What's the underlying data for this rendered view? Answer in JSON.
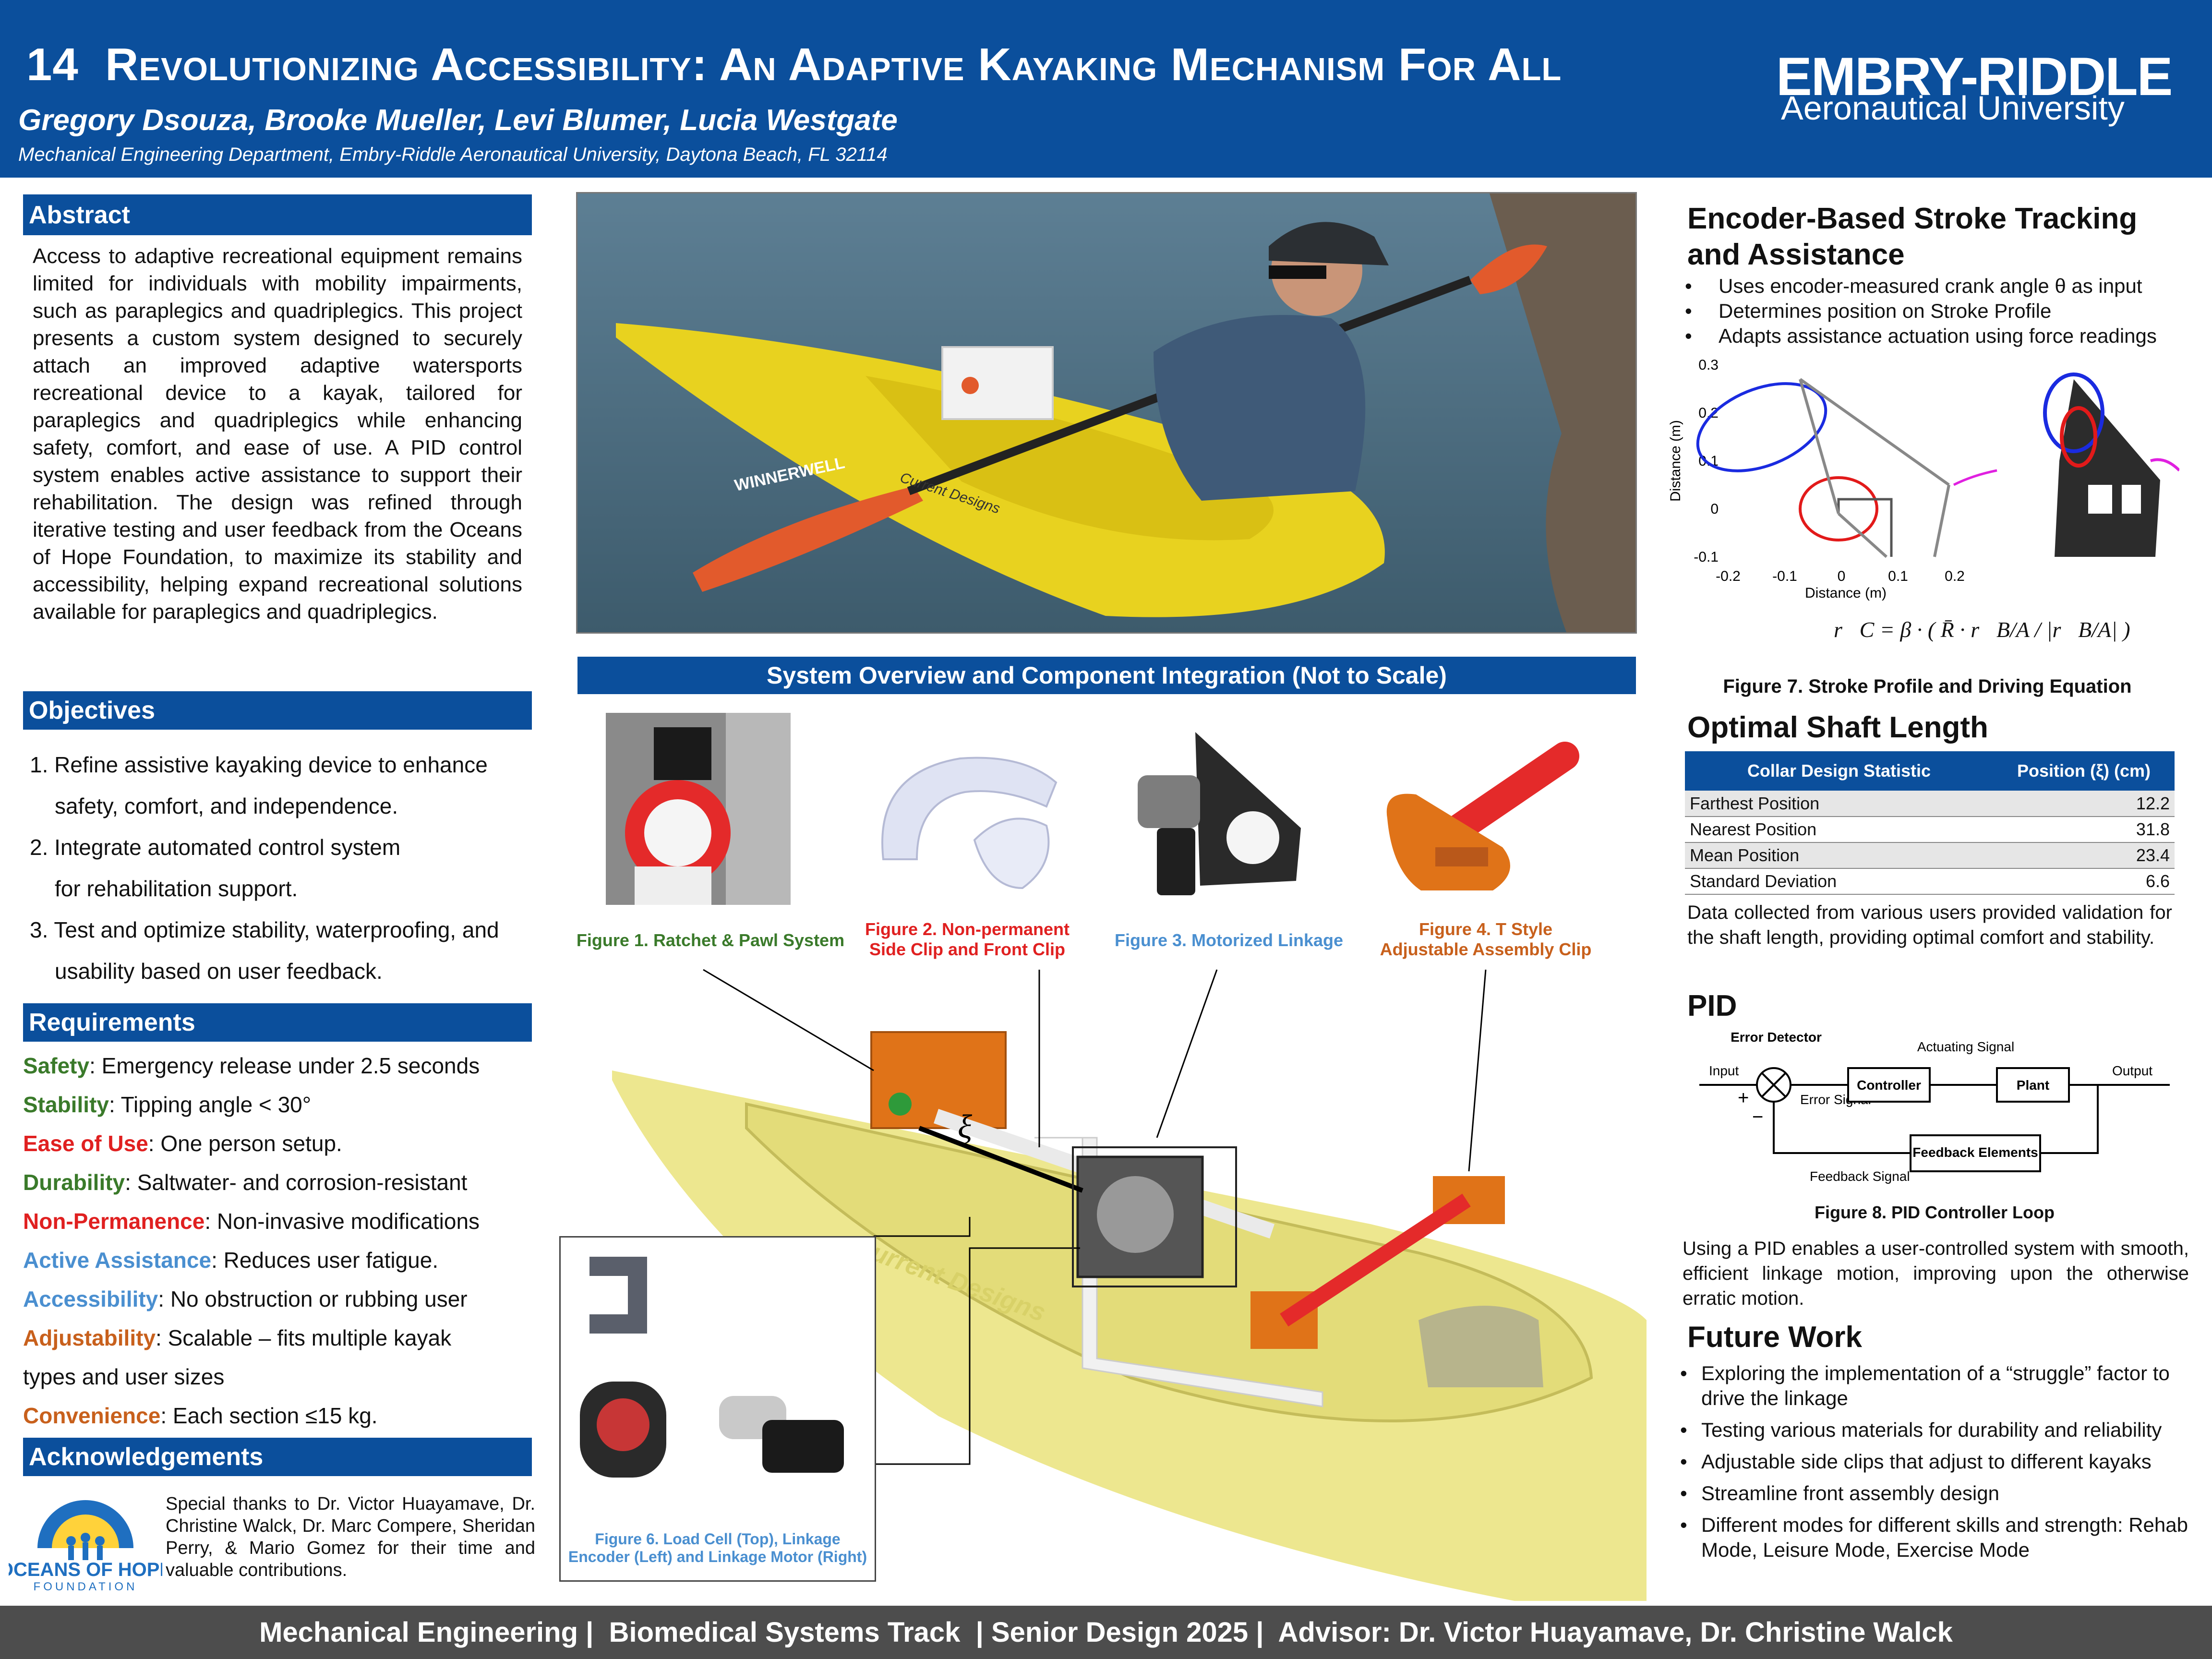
{
  "header": {
    "number": "14",
    "title": "Revolutionizing Accessibility: An Adaptive Kayaking Mechanism For All",
    "authors": "Gregory Dsouza, Brooke Mueller, Levi Blumer, Lucia Westgate",
    "affiliation": "Mechanical Engineering Department, Embry-Riddle Aeronautical University, Daytona Beach, FL 32114",
    "logo_line1": "EMBRY-RIDDLE",
    "logo_line2": "Aeronautical University"
  },
  "abstract": {
    "heading": "Abstract",
    "text": "Access to adaptive recreational equipment remains limited for individuals with mobility impairments, such as paraplegics and quadriplegics. This project presents a custom system designed to securely attach an improved adaptive watersports recreational device to a kayak, tailored for paraplegics and quadriplegics while enhancing safety, comfort, and ease of use. A PID control system enables active assistance to support their rehabilitation. The design was refined through iterative testing and user feedback from the Oceans of Hope Foundation, to maximize its stability and accessibility, helping expand recreational solutions available for paraplegics and quadriplegics."
  },
  "objectives": {
    "heading": "Objectives",
    "items": [
      {
        "line1": "1. Refine assistive kayaking device to enhance",
        "line2": "safety, comfort, and independence."
      },
      {
        "line1": "2. Integrate automated control system",
        "line2": "for rehabilitation support."
      },
      {
        "line1": "3. Test and optimize stability, waterproofing, and",
        "line2": "usability based on user feedback."
      }
    ]
  },
  "requirements": {
    "heading": "Requirements",
    "items": [
      {
        "label": "Safety",
        "text": ": Emergency release under 2.5 seconds",
        "color": "#3a7a2a"
      },
      {
        "label": "Stability",
        "text": ": Tipping angle < 30°",
        "color": "#3a7a2a"
      },
      {
        "label": "Ease of Use",
        "text": ": One person setup.",
        "color": "#e02020"
      },
      {
        "label": "Durability",
        "text": ": Saltwater- and corrosion-resistant",
        "color": "#3a7a2a"
      },
      {
        "label": "Non-Permanence",
        "text": ": Non-invasive modifications",
        "color": "#e02020"
      },
      {
        "label": "Active Assistance",
        "text": ": Reduces user fatigue.",
        "color": "#4a8fd0"
      },
      {
        "label": "Accessibility",
        "text": ": No obstruction or rubbing user",
        "color": "#4a8fd0"
      },
      {
        "label": "Adjustability",
        "text": ":  Scalable – fits multiple kayak",
        "color": "#c8601c"
      },
      {
        "label": "",
        "text": "types and user sizes",
        "color": "#111111"
      },
      {
        "label": "Convenience",
        "text": ": Each section ≤15 kg.",
        "color": "#c8601c"
      }
    ]
  },
  "acknowledgements": {
    "heading": "Acknowledgements",
    "text": "Special thanks to Dr. Victor Huayamave, Dr. Christine Walck, Dr. Marc Compere, Sheridan Perry,  & Mario Gomez for their time and valuable contributions.",
    "logo_top": "OCEANS OF HOPE",
    "logo_bottom": "FOUNDATION"
  },
  "overview": {
    "heading": "System Overview and Component Integration (Not to Scale)",
    "fig1": "Figure 1. Ratchet & Pawl System",
    "fig2": "Figure 2. Non-permanent Side Clip and Front Clip",
    "fig3": "Figure 3. Motorized Linkage",
    "fig4": "Figure 4. T Style Adjustable Assembly Clip",
    "fig6": "Figure 6. Load Cell (Top), Linkage Encoder (Left) and Linkage Motor (Right)",
    "xi": "ξ",
    "kayak_brand": "Current Designs",
    "paddle_brand": "WINNERWELL"
  },
  "encoder": {
    "heading_line1": "Encoder-Based Stroke Tracking",
    "heading_line2": "and Assistance",
    "bullets": [
      "Uses encoder-measured crank angle θ as input",
      "Determines position on Stroke Profile",
      "Adapts assistance actuation using force readings"
    ],
    "plot": {
      "ylabel": "Distance (m)",
      "xlabel": "Distance (m)",
      "xticks": [
        "-0.2",
        "-0.1",
        "0",
        "0.1",
        "0.2"
      ],
      "yticks": [
        "0.3",
        "0.2",
        "0.1",
        "0",
        "-0.1"
      ]
    },
    "equation": "r⃗C = β · ( R̄ · r⃗B/A / |r⃗B/A| )",
    "caption": "Figure 7. Stroke Profile and Driving Equation"
  },
  "shaft": {
    "heading": "Optimal Shaft Length",
    "table": {
      "headers": [
        "Collar Design Statistic",
        "Position (ξ) (cm)"
      ],
      "rows": [
        [
          "Farthest Position",
          "12.2"
        ],
        [
          "Nearest Position",
          "31.8"
        ],
        [
          "Mean Position",
          "23.4"
        ],
        [
          "Standard Deviation",
          "6.6"
        ]
      ]
    },
    "text": "Data collected from various users provided validation for the shaft length, providing optimal comfort and stability."
  },
  "pid": {
    "heading": "PID",
    "labels": {
      "error_detector": "Error Detector",
      "input": "Input",
      "plus": "+",
      "minus": "−",
      "error_signal": "Error Signal",
      "controller": "Controller",
      "actuating": "Actuating Signal",
      "plant": "Plant",
      "output": "Output",
      "feedback_elements": "Feedback Elements",
      "feedback_signal": "Feedback Signal"
    },
    "caption": "Figure 8. PID Controller Loop",
    "text": "Using a PID enables a user-controlled system with smooth, efficient linkage motion, improving upon the otherwise erratic motion."
  },
  "future": {
    "heading": "Future Work",
    "bullets": [
      "Exploring the implementation of a “struggle” factor to drive the linkage",
      "Testing various materials for durability and reliability",
      "Adjustable side clips that adjust to different kayaks",
      "Streamline front assembly design",
      "Different modes for different skills and strength: Rehab Mode, Leisure Mode, Exercise Mode"
    ]
  },
  "footer": {
    "text": "Mechanical Engineering |  Biomedical Systems Track  | Senior Design 2025 |  Advisor: Dr. Victor Huayamave, Dr. Christine Walck"
  },
  "colors": {
    "brand_blue": "#0b4f9c",
    "footer_gray": "#4d4d4d",
    "green": "#3a7a2a",
    "red": "#e02020",
    "light_blue": "#4a8fd0",
    "orange": "#c8601c"
  }
}
